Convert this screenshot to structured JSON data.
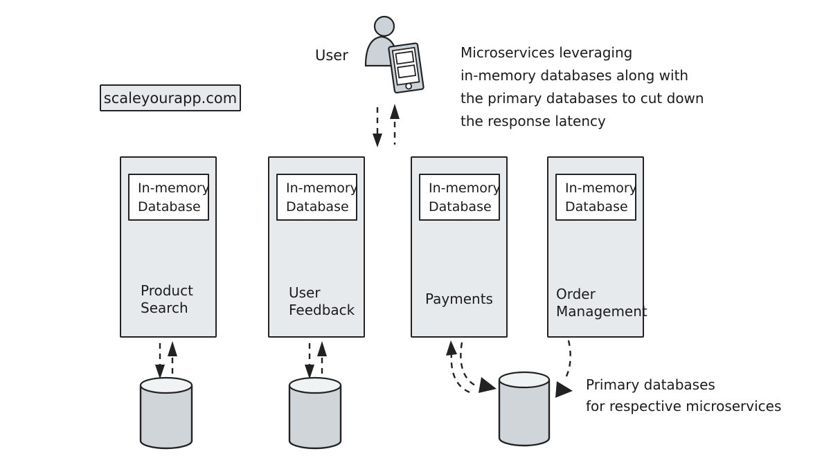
{
  "brand": {
    "label": "scaleyourapp.com"
  },
  "user": {
    "label": "User"
  },
  "annotations": {
    "microservices": {
      "line1": "Microservices leveraging",
      "line2": "in-memory databases along with",
      "line3": "the primary databases to cut down",
      "line4": "the response latency"
    },
    "primary_databases": {
      "line1": "Primary databases",
      "line2": "for respective microservices"
    }
  },
  "services": {
    "inmemory_box": {
      "line1": "In-memory",
      "line2": "Database"
    },
    "items": [
      {
        "line1": "Product",
        "line2": "Search"
      },
      {
        "line1": "User",
        "line2": "Feedback"
      },
      {
        "line1": "Payments",
        "line2": ""
      },
      {
        "line1": "Order",
        "line2": "Management"
      }
    ]
  },
  "icons": {
    "user_figure": "user-icon",
    "device": "tablet-icon",
    "primary_database": "database-cylinder-icon",
    "request_down": "arrow-down-icon",
    "response_up": "arrow-up-icon",
    "curved_link": "curved-dashed-arrow-icon"
  },
  "colors": {
    "ink": "#222222",
    "box_fill": "#e7eaec",
    "cylinder_fill": "#d0d5da",
    "cylinder_top_fill": "#f0f3f4",
    "figure_fill": "#ccd3d8",
    "background": "#ffffff",
    "text": "#1b1b1b"
  }
}
